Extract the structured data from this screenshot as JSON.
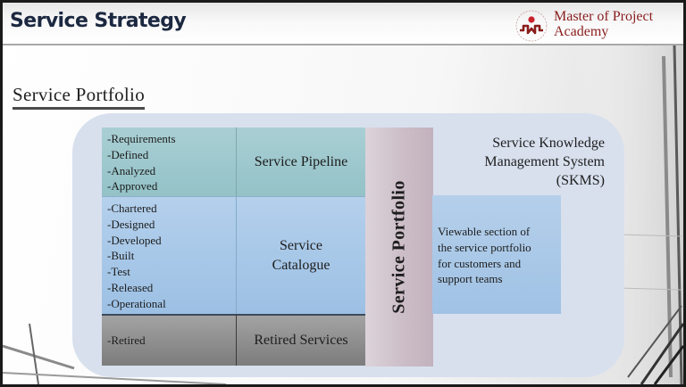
{
  "header": {
    "title": "Service Strategy",
    "logo": {
      "line1": "Master of Project",
      "line2": "Academy",
      "brand_color": "#8a1d1d"
    }
  },
  "section": {
    "title": "Service Portfolio"
  },
  "diagram": {
    "skms_label": {
      "line1": "Service Knowledge",
      "line2": "Management System",
      "line3": "(SKMS)"
    },
    "rows": [
      {
        "name": "Service Pipeline",
        "color": "#9fc9ce",
        "stages": [
          "-Requirements",
          "-Defined",
          "-Analyzed",
          "-Approved"
        ]
      },
      {
        "name_line1": "Service",
        "name_line2": "Catalogue",
        "color": "#a8c8e8",
        "stages": [
          "-Chartered",
          "-Designed",
          "-Developed",
          "-Built",
          "-Test",
          "-Released",
          "-Operational"
        ]
      },
      {
        "name": "Retired Services",
        "color": "#8f8f8f",
        "stages": [
          "-Retired"
        ]
      }
    ],
    "portfolio_bar_label": "Service Portfolio",
    "viewable_box": {
      "lines": [
        "Viewable section of",
        "the service portfolio",
        "for customers and",
        "support teams"
      ]
    }
  }
}
